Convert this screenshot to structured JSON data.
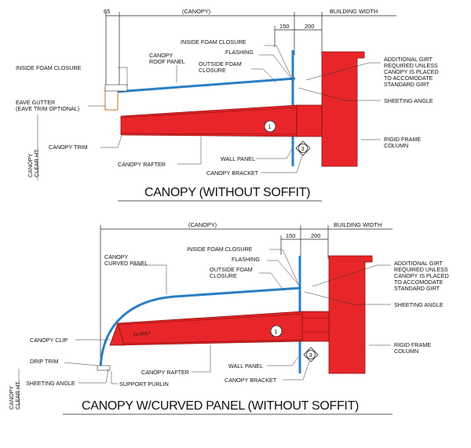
{
  "top": {
    "dim_65": "65",
    "dim_canopy": "(CANOPY)",
    "dim_150": "150",
    "dim_200": "200",
    "building_width": "BUILDING WIDTH",
    "inside_foam_closure_right": "INSIDE FOAM CLOSURE",
    "flashing": "FLASHING",
    "outside_foam_closure": [
      "OUTSIDE FOAM",
      "CLOSURE"
    ],
    "canopy_roof_panel": [
      "CANOPY",
      "ROOF PANEL"
    ],
    "inside_foam_closure_left": "INSIDE FOAM CLOSURE",
    "eave_gutter": [
      "EAVE GUTTER",
      "(EAVE TRIM OPTIONAL)"
    ],
    "canopy_trim": "CANOPY TRIM",
    "canopy_clear_ht": [
      "CANOPY",
      "CLEAR HT."
    ],
    "canopy_rafter": "CANOPY RAFTER",
    "wall_panel": "WALL PANEL",
    "canopy_bracket": "CANOPY BRACKET",
    "additional_girt": [
      "ADDITIONAL GIRT",
      "REQUIRED UNLESS",
      "CANOPY IS PLACED",
      "TO ACCOMODATE",
      "STANDARD GIRT"
    ],
    "sheeting_angle": "SHEETING ANGLE",
    "rigid_frame_column": [
      "RIGID FRAME",
      "COLUMN"
    ],
    "marker_1": "1",
    "marker_3": "3",
    "title": "CANOPY (WITHOUT SOFFIT)"
  },
  "bottom": {
    "dim_canopy": "(CANOPY)",
    "dim_150": "150",
    "dim_200": "200",
    "building_width": "BUILDING WIDTH",
    "inside_foam_closure": "INSIDE FOAM CLOSURE",
    "flashing": "FLASHING",
    "outside_foam_closure": [
      "OUTSIDE FOAM",
      "CLOSURE"
    ],
    "canopy_curved_panel": [
      "CANOPY",
      "CURVED PANEL"
    ],
    "canopy_clip": "CANOPY CLIP",
    "drip_trim": "DRIP TRIM",
    "sheeting_angle_left": "SHEETING ANGLE",
    "canopy_clear_ht": [
      "CANOPY",
      "CLEAR HT."
    ],
    "support_purlin": "SUPPORT PURLIN",
    "canopy_rafter": "CANOPY RAFTER",
    "wall_panel": "WALL PANEL",
    "canopy_bracket": "CANOPY BRACKET",
    "additional_girt": [
      "ADDITIONAL GIRT",
      "REQUIRED UNLESS",
      "CANOPY IS PLACED",
      "TO ACCOMODATE",
      "STANDARD GIRT"
    ],
    "sheeting_angle_right": "SHEETING ANGLE",
    "rigid_frame_column": [
      "RIGID FRAME",
      "COLUMN"
    ],
    "marker_1": "1",
    "marker_3": "3",
    "rafter_note": "CL BOLT",
    "title": "CANOPY W/CURVED PANEL (WITHOUT SOFFIT)"
  },
  "colors": {
    "steel_red": "#e8262a",
    "panel_blue": "#2a7fc4",
    "line": "#222222"
  }
}
